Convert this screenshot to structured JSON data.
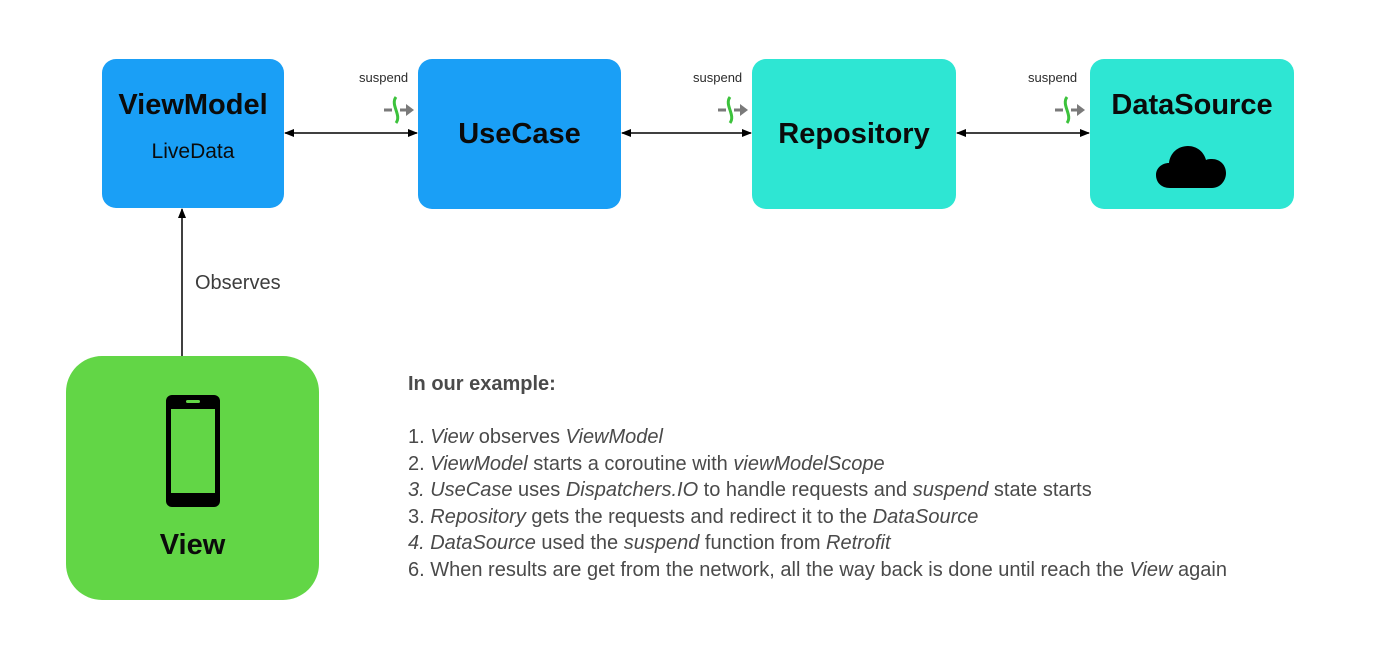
{
  "boxes": {
    "viewmodel": {
      "title": "ViewModel",
      "subtitle": "LiveData"
    },
    "usecase": {
      "title": "UseCase"
    },
    "repository": {
      "title": "Repository"
    },
    "datasource": {
      "title": "DataSource",
      "icon": "cloud-icon"
    },
    "view": {
      "title": "View",
      "icon": "smartphone-icon"
    }
  },
  "connectors": {
    "suspend_label": "suspend",
    "observes_label": "Observes"
  },
  "notes": {
    "heading": "In our example:",
    "lines": [
      [
        {
          "t": "1. ",
          "i": false
        },
        {
          "t": "View",
          "i": true
        },
        {
          "t": " observes ",
          "i": false
        },
        {
          "t": "ViewModel",
          "i": true
        }
      ],
      [
        {
          "t": "2. ",
          "i": false
        },
        {
          "t": "ViewModel",
          "i": true
        },
        {
          "t": " starts a coroutine with ",
          "i": false
        },
        {
          "t": "viewModelScope",
          "i": true
        }
      ],
      [
        {
          "t": "3. UseCase",
          "i": true
        },
        {
          "t": " uses ",
          "i": false
        },
        {
          "t": "Dispatchers.IO",
          "i": true
        },
        {
          "t": " to handle requests and ",
          "i": false
        },
        {
          "t": "suspend",
          "i": true
        },
        {
          "t": "  state starts",
          "i": false
        }
      ],
      [
        {
          "t": "3. ",
          "i": false
        },
        {
          "t": "Repository",
          "i": true
        },
        {
          "t": " gets the requests and redirect it to the ",
          "i": false
        },
        {
          "t": "DataSource",
          "i": true
        }
      ],
      [
        {
          "t": "4. DataSource",
          "i": true
        },
        {
          "t": " used the ",
          "i": false
        },
        {
          "t": "suspend",
          "i": true
        },
        {
          "t": " function from ",
          "i": false
        },
        {
          "t": "Retrofit",
          "i": true
        }
      ],
      [
        {
          "t": "6. ",
          "i": false
        },
        {
          "t": "When results are get from the network, all the way back is done until reach the ",
          "i": false
        },
        {
          "t": "View",
          "i": true
        },
        {
          "t": " again",
          "i": false
        }
      ]
    ]
  },
  "colors": {
    "blue": "#1a9ff6",
    "teal": "#2ee6d3",
    "green": "#62d646",
    "suspend_icon_grey": "#7a7a7a",
    "suspend_icon_green": "#3cc23c"
  }
}
